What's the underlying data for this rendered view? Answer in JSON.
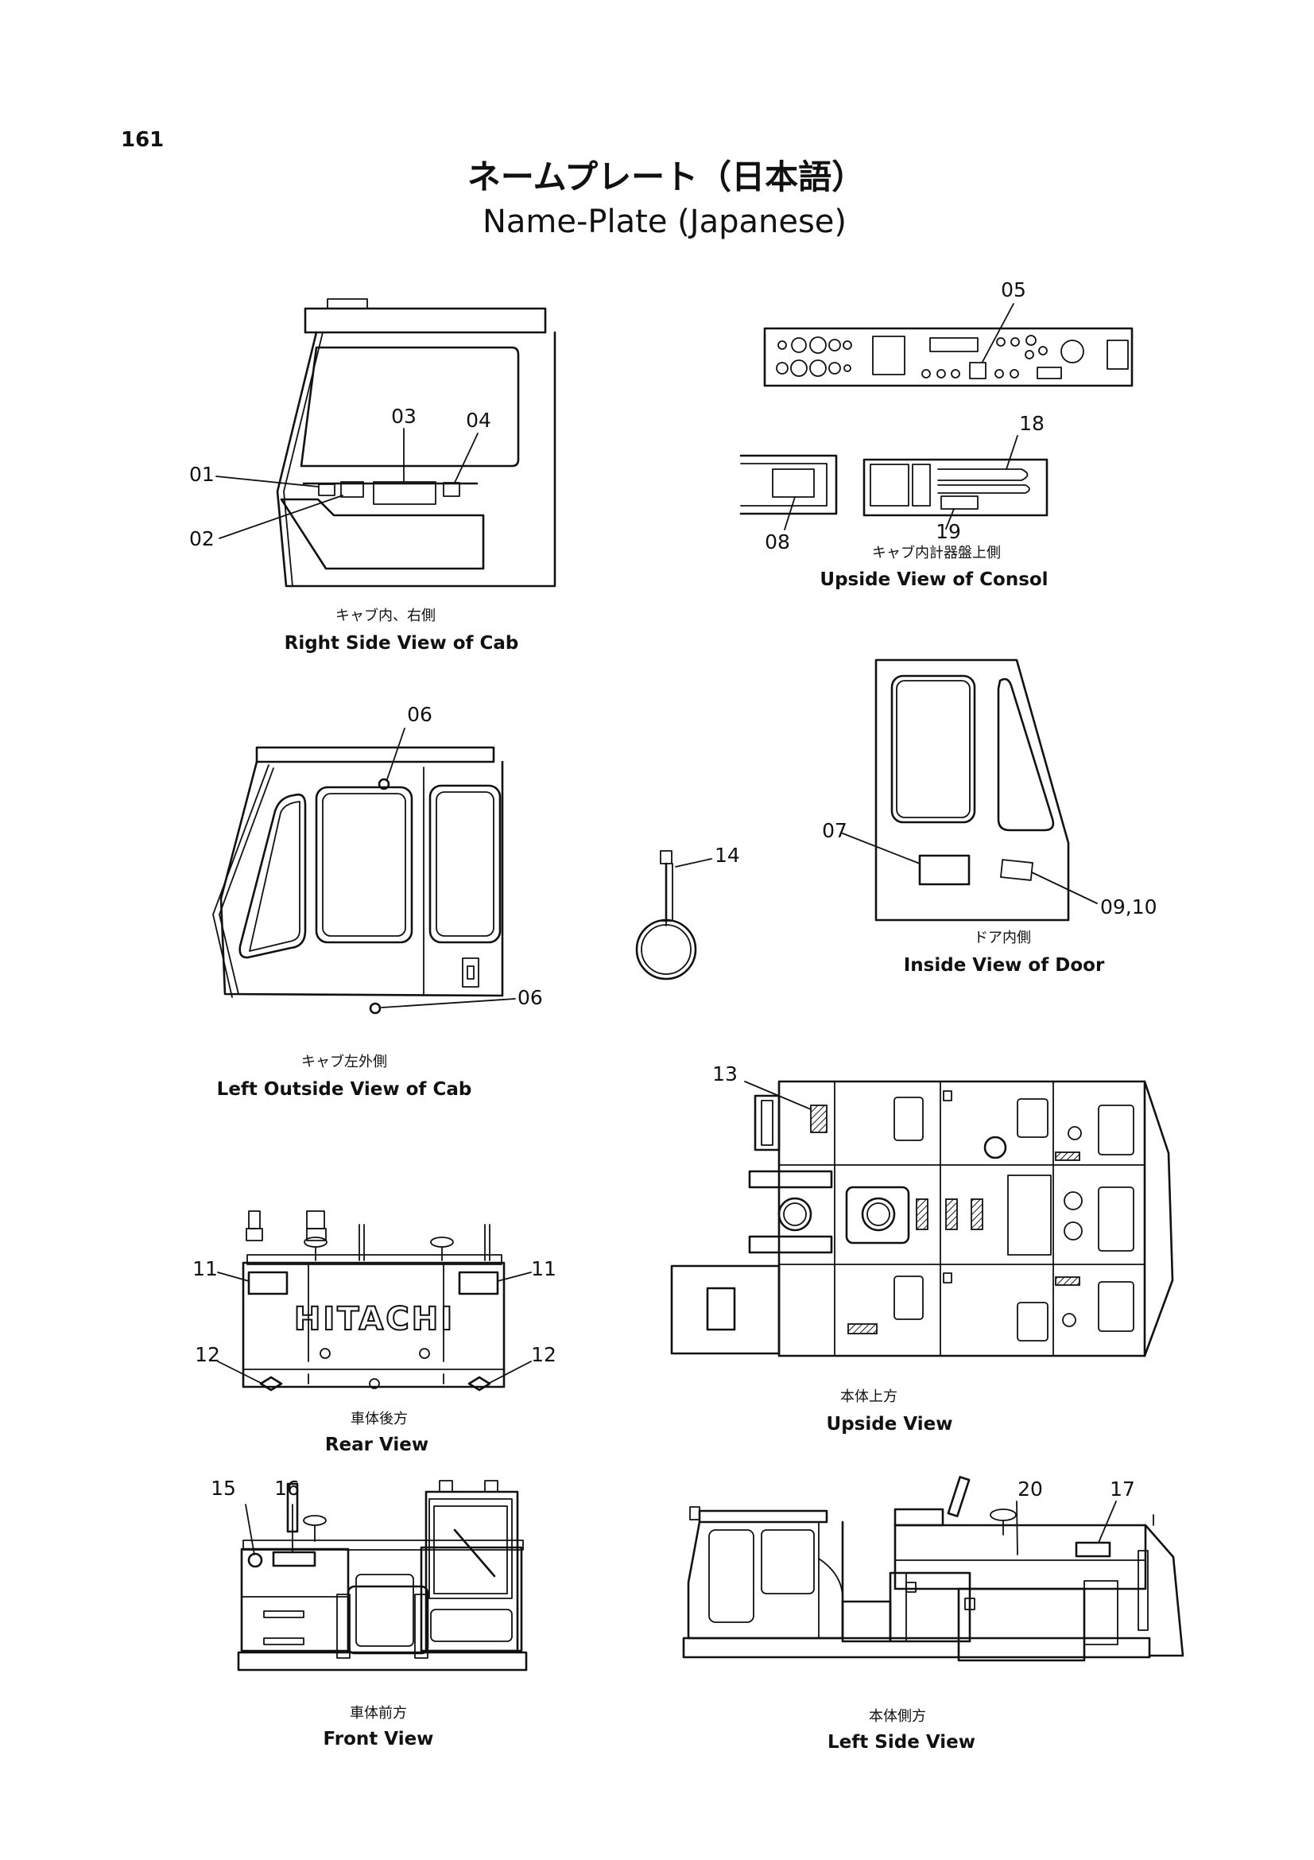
{
  "page": {
    "page_number": "161",
    "title_japanese": "ネームプレート（日本語）",
    "title_english": "Name-Plate (Japanese)"
  },
  "views": {
    "right_side_cab": {
      "caption_jp": "キャブ内、右側",
      "caption_en": "Right Side View of Cab",
      "callouts": [
        "01",
        "02",
        "03",
        "04"
      ]
    },
    "upside_console": {
      "caption_jp": "キャブ内計器盤上側",
      "caption_en": "Upside View of Consol",
      "callouts": [
        "05",
        "18",
        "08",
        "19"
      ]
    },
    "left_outside_cab": {
      "caption_jp": "キャブ左外側",
      "caption_en": "Left Outside View of Cab",
      "callouts": [
        "06",
        "06"
      ]
    },
    "ring": {
      "callouts": [
        "14"
      ]
    },
    "inside_door": {
      "caption_jp": "ドア内側",
      "caption_en": "Inside View of Door",
      "callouts": [
        "07",
        "09,10"
      ]
    },
    "rear": {
      "caption_jp": "車体後方",
      "caption_en": "Rear View",
      "logo_text": "HITACHI",
      "callouts": [
        "11",
        "11",
        "12",
        "12"
      ]
    },
    "upside": {
      "caption_jp": "本体上方",
      "caption_en": "Upside View",
      "callouts": [
        "13"
      ]
    },
    "front": {
      "caption_jp": "車体前方",
      "caption_en": "Front View",
      "callouts": [
        "15",
        "16"
      ]
    },
    "left_side": {
      "caption_jp": "本体側方",
      "caption_en": "Left Side View",
      "callouts": [
        "20",
        "17"
      ]
    }
  }
}
